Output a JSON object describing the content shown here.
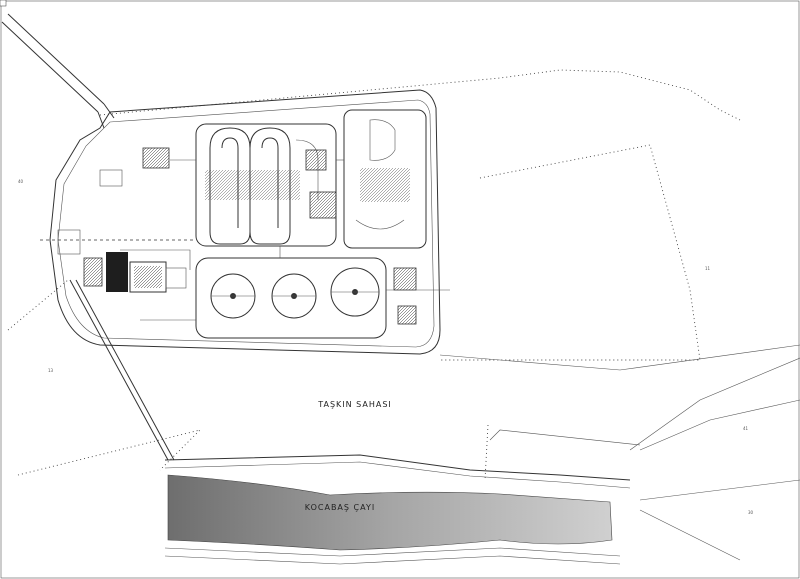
{
  "plan": {
    "flood_area_label": "TAŞKIN SAHASI",
    "river_label": "KOCABAŞ ÇAYI",
    "parcel_numbers": [
      "40",
      "11",
      "41",
      "13",
      "30"
    ]
  },
  "colors": {
    "background": "#ffffff",
    "linework": "#333333",
    "river_fill": "#9a9a9a",
    "equipment_fill": "#1e1e1e"
  }
}
